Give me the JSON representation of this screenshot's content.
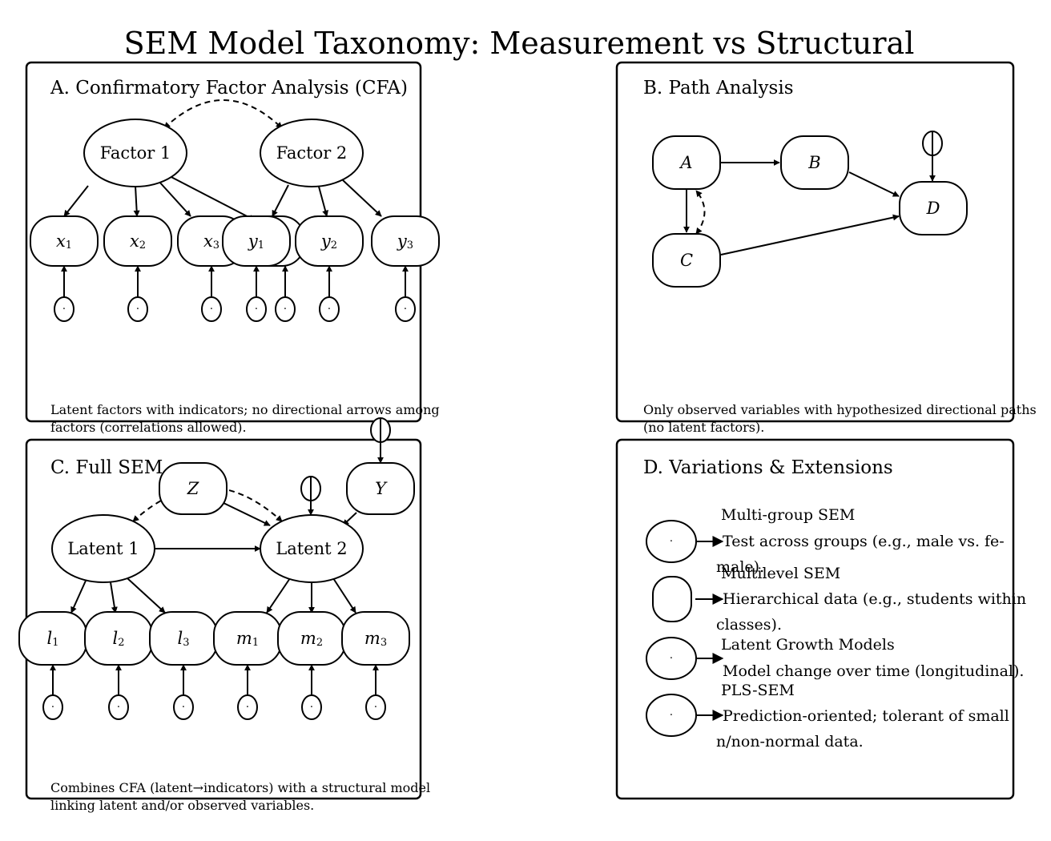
{
  "title": "SEM Model Taxonomy: Measurement vs Structural",
  "dot_symbol": "·",
  "panels": {
    "A": {
      "title": "A. Confirmatory Factor Analysis (CFA)",
      "caption_lines": [
        "Latent factors with indicators; no directional arrows among",
        "factors (correlations allowed)."
      ],
      "factors": [
        "Factor 1",
        "Factor 2"
      ],
      "indicators_1": [
        [
          "x",
          "1"
        ],
        [
          "x",
          "2"
        ],
        [
          "x",
          "3"
        ]
      ],
      "indicators_2": [
        [
          "y",
          "1"
        ],
        [
          "y",
          "2"
        ],
        [
          "y",
          "3"
        ]
      ]
    },
    "B": {
      "title": "B. Path Analysis",
      "caption_lines": [
        "Only observed variables with hypothesized directional paths",
        "(no latent factors)."
      ],
      "nodes": [
        "A",
        "B",
        "C",
        "D"
      ]
    },
    "C": {
      "title": "C. Full SEM",
      "caption_lines": [
        "Combines CFA (latent→indicators) with a structural model",
        "linking latent and/or observed variables."
      ],
      "latents": [
        "Latent 1",
        "Latent 2"
      ],
      "observed": [
        "Z",
        "Y"
      ],
      "indicators_1": [
        [
          "l",
          "1"
        ],
        [
          "l",
          "2"
        ],
        [
          "l",
          "3"
        ]
      ],
      "indicators_2": [
        [
          "m",
          "1"
        ],
        [
          "m",
          "2"
        ],
        [
          "m",
          "3"
        ]
      ]
    },
    "D": {
      "title": "D. Variations & Extensions",
      "items": [
        {
          "name": "Multi-group SEM",
          "desc": [
            "Test across groups (e.g., male vs. fe-",
            "male)."
          ]
        },
        {
          "name": "Multilevel SEM",
          "desc": [
            "Hierarchical data (e.g., students within",
            "classes)."
          ]
        },
        {
          "name": "Latent Growth Models",
          "desc": [
            "Model change over time (longitudinal)."
          ]
        },
        {
          "name": "PLS-SEM",
          "desc": [
            "Prediction-oriented; tolerant of small",
            "n/non-normal data."
          ]
        }
      ]
    }
  }
}
